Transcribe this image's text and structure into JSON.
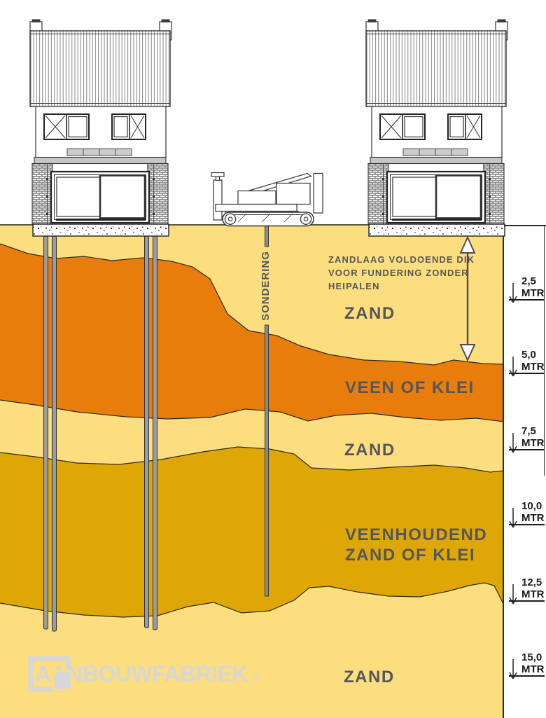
{
  "diagram_title": "grondlagen-funderingsdiagram",
  "colors": {
    "sand": "#FCDE7E",
    "veen_klei": "#E87D0C",
    "veenhoudend": "#DFA705",
    "outline": "#2B2B2B",
    "label_text": "#55565B",
    "marker_text": "#1B1B1B",
    "pile_gray": "#9C9C9C",
    "watermark_gray": "#D7D7D7"
  },
  "annotation": {
    "line1": "ZANDLAAG VOLDOENDE DIK",
    "line2": "VOOR FUNDERING ZONDER",
    "line3": "HEIPALEN"
  },
  "probe_label": "SONDERING",
  "layer_labels": {
    "zand_top": "ZAND",
    "veen": "VEEN OF KLEI",
    "zand_mid": "ZAND",
    "veenhoudend_line1": "VEENHOUDEND",
    "veenhoudend_line2": "ZAND OF KLEI",
    "zand_bottom": "ZAND"
  },
  "depth_markers": [
    {
      "value": "2,5",
      "unit": "MTR"
    },
    {
      "value": "5,0",
      "unit": "MTR"
    },
    {
      "value": "7,5",
      "unit": "MTR"
    },
    {
      "value": "10,0",
      "unit": "MTR"
    },
    {
      "value": "12,5",
      "unit": "MTR"
    },
    {
      "value": "15,0",
      "unit": "MTR"
    }
  ],
  "watermark": {
    "brand": "AANBOUWFABRIEK",
    "registered": "®"
  }
}
